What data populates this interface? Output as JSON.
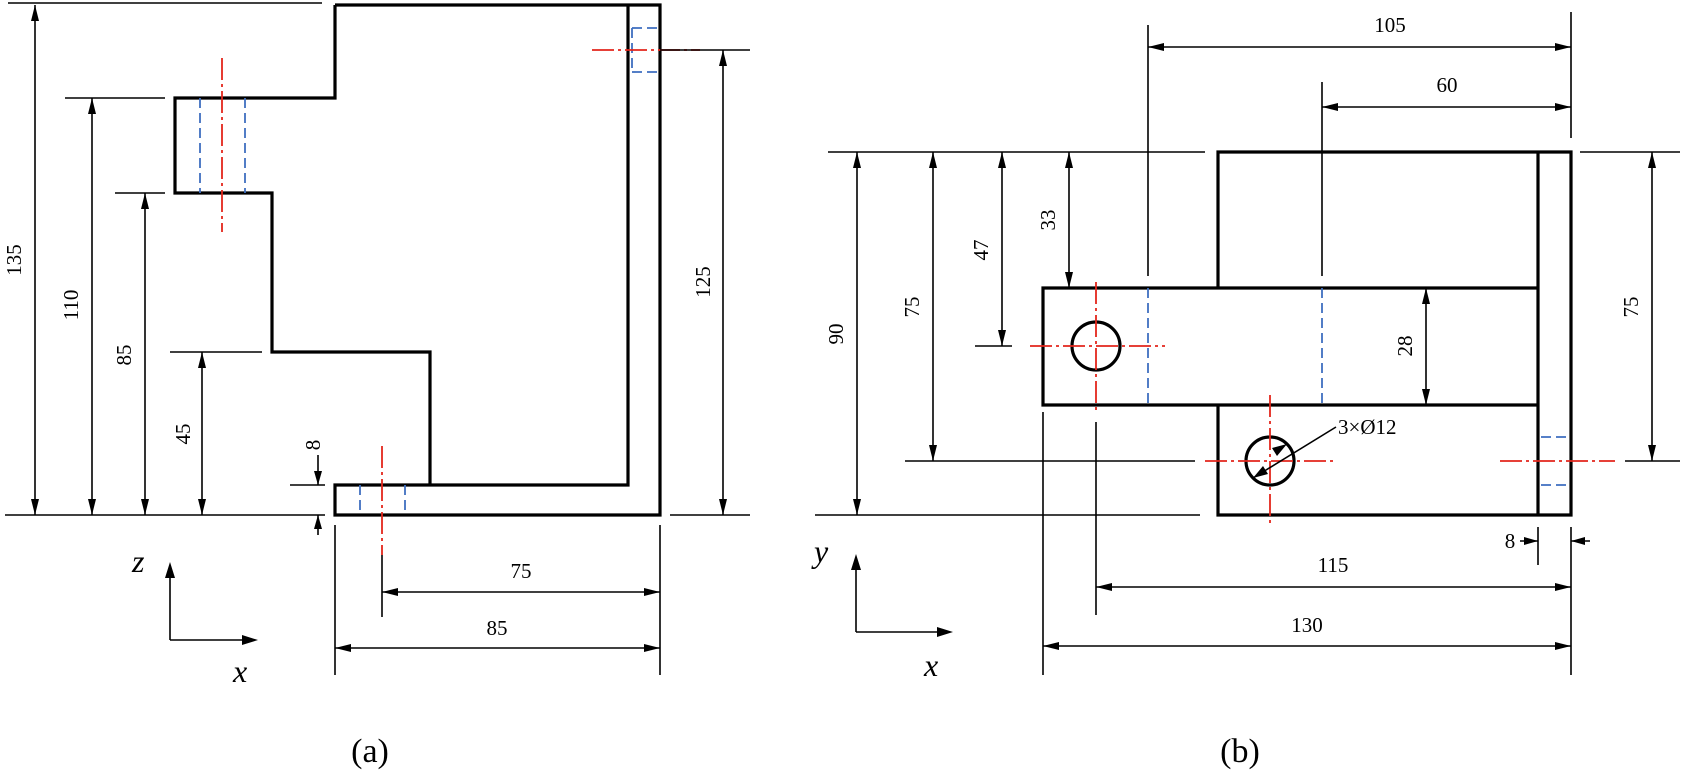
{
  "view_a": {
    "caption": "(a)",
    "axis_h": "x",
    "axis_v": "z",
    "dims": {
      "d135": "135",
      "d110": "110",
      "d85": "85",
      "d45": "45",
      "d8": "8",
      "d125": "125",
      "d75": "75",
      "d85b": "85"
    }
  },
  "view_b": {
    "caption": "(b)",
    "axis_h": "x",
    "axis_v": "y",
    "hole_note": "3×Ø12",
    "dims": {
      "d105": "105",
      "d60": "60",
      "d90": "90",
      "d75l": "75",
      "d47": "47",
      "d33": "33",
      "d28": "28",
      "d75r": "75",
      "d8": "8",
      "d115": "115",
      "d130": "130"
    }
  }
}
